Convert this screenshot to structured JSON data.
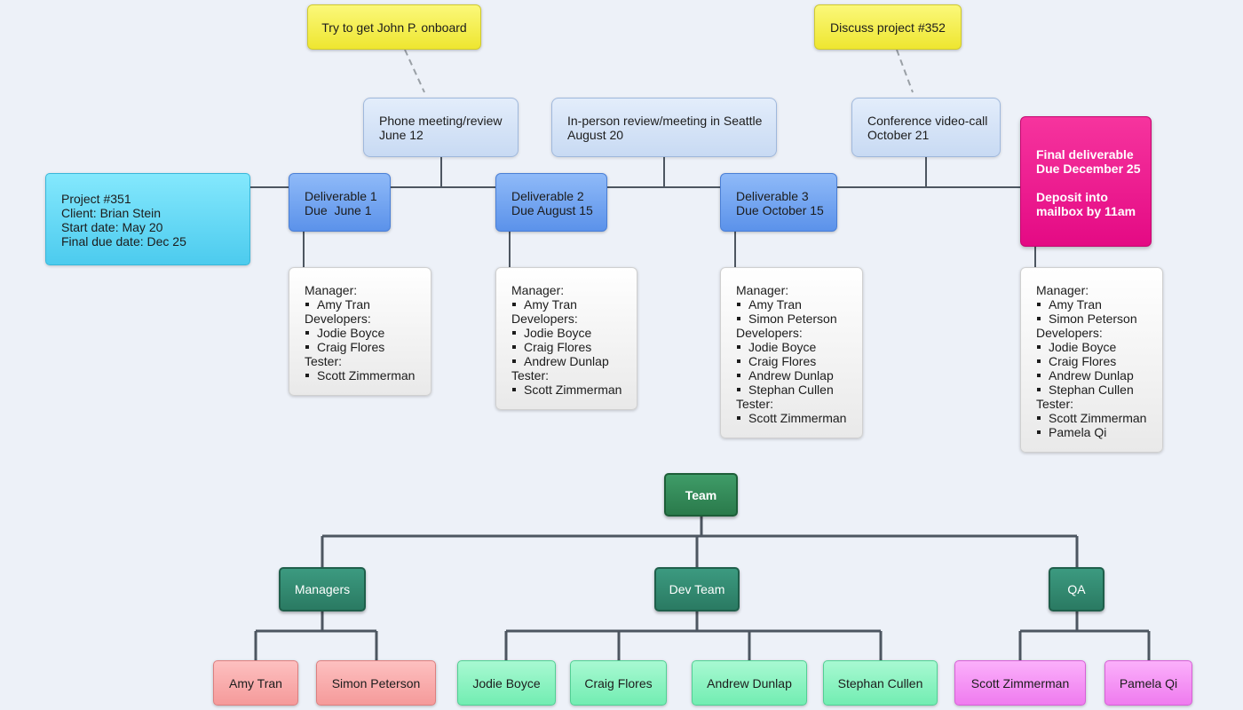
{
  "notes": [
    {
      "id": "note-john",
      "text": "Try to get John P. onboard"
    },
    {
      "id": "note-352",
      "text": "Discuss project #352"
    }
  ],
  "events": [
    {
      "lines": [
        "Phone meeting/review",
        "June 12"
      ]
    },
    {
      "lines": [
        "In-person review/meeting in Seattle",
        "August 20"
      ]
    },
    {
      "lines": [
        "Conference video-call",
        "October 21"
      ]
    }
  ],
  "project": {
    "lines": [
      "Project #351",
      "Client: Brian Stein",
      "Start date: May 20",
      "Final due date: Dec 25"
    ]
  },
  "deliverables": [
    {
      "lines": [
        "Deliverable 1",
        "Due  June 1"
      ]
    },
    {
      "lines": [
        "Deliverable 2",
        "Due August 15"
      ]
    },
    {
      "lines": [
        "Deliverable 3",
        "Due October 15"
      ]
    }
  ],
  "final": {
    "lines": [
      "Final deliverable",
      "Due December 25",
      "",
      "Deposit into",
      "mailbox by 11am"
    ]
  },
  "rosters": [
    {
      "rows": [
        {
          "t": "h",
          "v": "Manager:"
        },
        {
          "t": "b",
          "v": "Amy Tran"
        },
        {
          "t": "h",
          "v": "Developers:"
        },
        {
          "t": "b",
          "v": "Jodie Boyce"
        },
        {
          "t": "b",
          "v": "Craig Flores"
        },
        {
          "t": "h",
          "v": "Tester:"
        },
        {
          "t": "b",
          "v": "Scott Zimmerman"
        }
      ]
    },
    {
      "rows": [
        {
          "t": "h",
          "v": "Manager:"
        },
        {
          "t": "b",
          "v": "Amy Tran"
        },
        {
          "t": "h",
          "v": "Developers:"
        },
        {
          "t": "b",
          "v": "Jodie Boyce"
        },
        {
          "t": "b",
          "v": "Craig Flores"
        },
        {
          "t": "b",
          "v": "Andrew Dunlap"
        },
        {
          "t": "h",
          "v": "Tester:"
        },
        {
          "t": "b",
          "v": "Scott Zimmerman"
        }
      ]
    },
    {
      "rows": [
        {
          "t": "h",
          "v": "Manager:"
        },
        {
          "t": "b",
          "v": "Amy Tran"
        },
        {
          "t": "b",
          "v": "Simon Peterson"
        },
        {
          "t": "h",
          "v": "Developers:"
        },
        {
          "t": "b",
          "v": "Jodie Boyce"
        },
        {
          "t": "b",
          "v": "Craig Flores"
        },
        {
          "t": "b",
          "v": "Andrew Dunlap"
        },
        {
          "t": "b",
          "v": "Stephan Cullen"
        },
        {
          "t": "h",
          "v": "Tester:"
        },
        {
          "t": "b",
          "v": "Scott Zimmerman"
        }
      ]
    },
    {
      "rows": [
        {
          "t": "h",
          "v": "Manager:"
        },
        {
          "t": "b",
          "v": "Amy Tran"
        },
        {
          "t": "b",
          "v": "Simon Peterson"
        },
        {
          "t": "h",
          "v": "Developers:"
        },
        {
          "t": "b",
          "v": "Jodie Boyce"
        },
        {
          "t": "b",
          "v": "Craig Flores"
        },
        {
          "t": "b",
          "v": "Andrew Dunlap"
        },
        {
          "t": "b",
          "v": "Stephan Cullen"
        },
        {
          "t": "h",
          "v": "Tester:"
        },
        {
          "t": "b",
          "v": "Scott Zimmerman"
        },
        {
          "t": "b",
          "v": "Pamela Qi"
        }
      ]
    }
  ],
  "org": {
    "root": "Team",
    "groups": [
      {
        "label": "Managers",
        "members": [
          "Amy Tran",
          "Simon Peterson"
        ]
      },
      {
        "label": "Dev Team",
        "members": [
          "Jodie Boyce",
          "Craig Flores",
          "Andrew Dunlap",
          "Stephan Cullen"
        ]
      },
      {
        "label": "QA",
        "members": [
          "Scott Zimmerman",
          "Pamela Qi"
        ]
      }
    ]
  },
  "colors": {
    "connector": "#4d5661",
    "dashed": "#9aa0a6",
    "background": "#edf1f8"
  }
}
